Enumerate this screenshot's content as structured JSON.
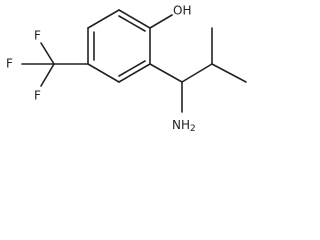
{
  "molecule": {
    "atoms": {
      "hydroxyl": "OH",
      "amine": "NH2",
      "fluorine_top": "F",
      "fluorine_left": "F",
      "fluorine_bottom": "F"
    }
  }
}
